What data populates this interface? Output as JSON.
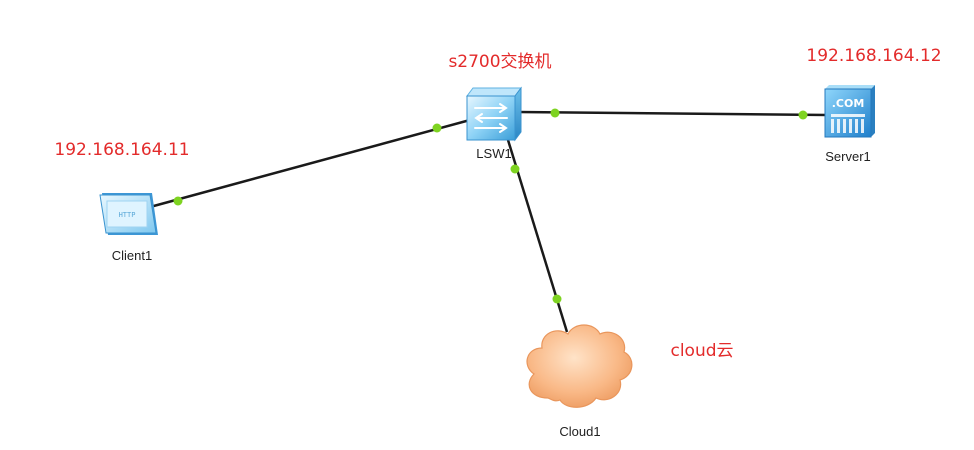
{
  "nodes": {
    "switch": {
      "name": "LSW1",
      "annotation": "s2700交换机",
      "icon": "switch-icon"
    },
    "server": {
      "name": "Server1",
      "annotation": "192.168.164.12",
      "icon": "server-icon",
      "badge": ".COM"
    },
    "client": {
      "name": "Client1",
      "annotation": "192.168.164.11",
      "icon": "client-icon",
      "badge": "HTTP"
    },
    "cloud": {
      "name": "Cloud1",
      "annotation": "cloud云",
      "icon": "cloud-icon"
    }
  },
  "links": [
    {
      "from": "switch",
      "to": "client"
    },
    {
      "from": "switch",
      "to": "server"
    },
    {
      "from": "switch",
      "to": "cloud"
    }
  ],
  "colors": {
    "annotation": "#e32b2b",
    "link": "#1a1a1a",
    "port": "#7ed321",
    "device_blue": "#4aa3df",
    "cloud_fill": "#f7b27e"
  }
}
